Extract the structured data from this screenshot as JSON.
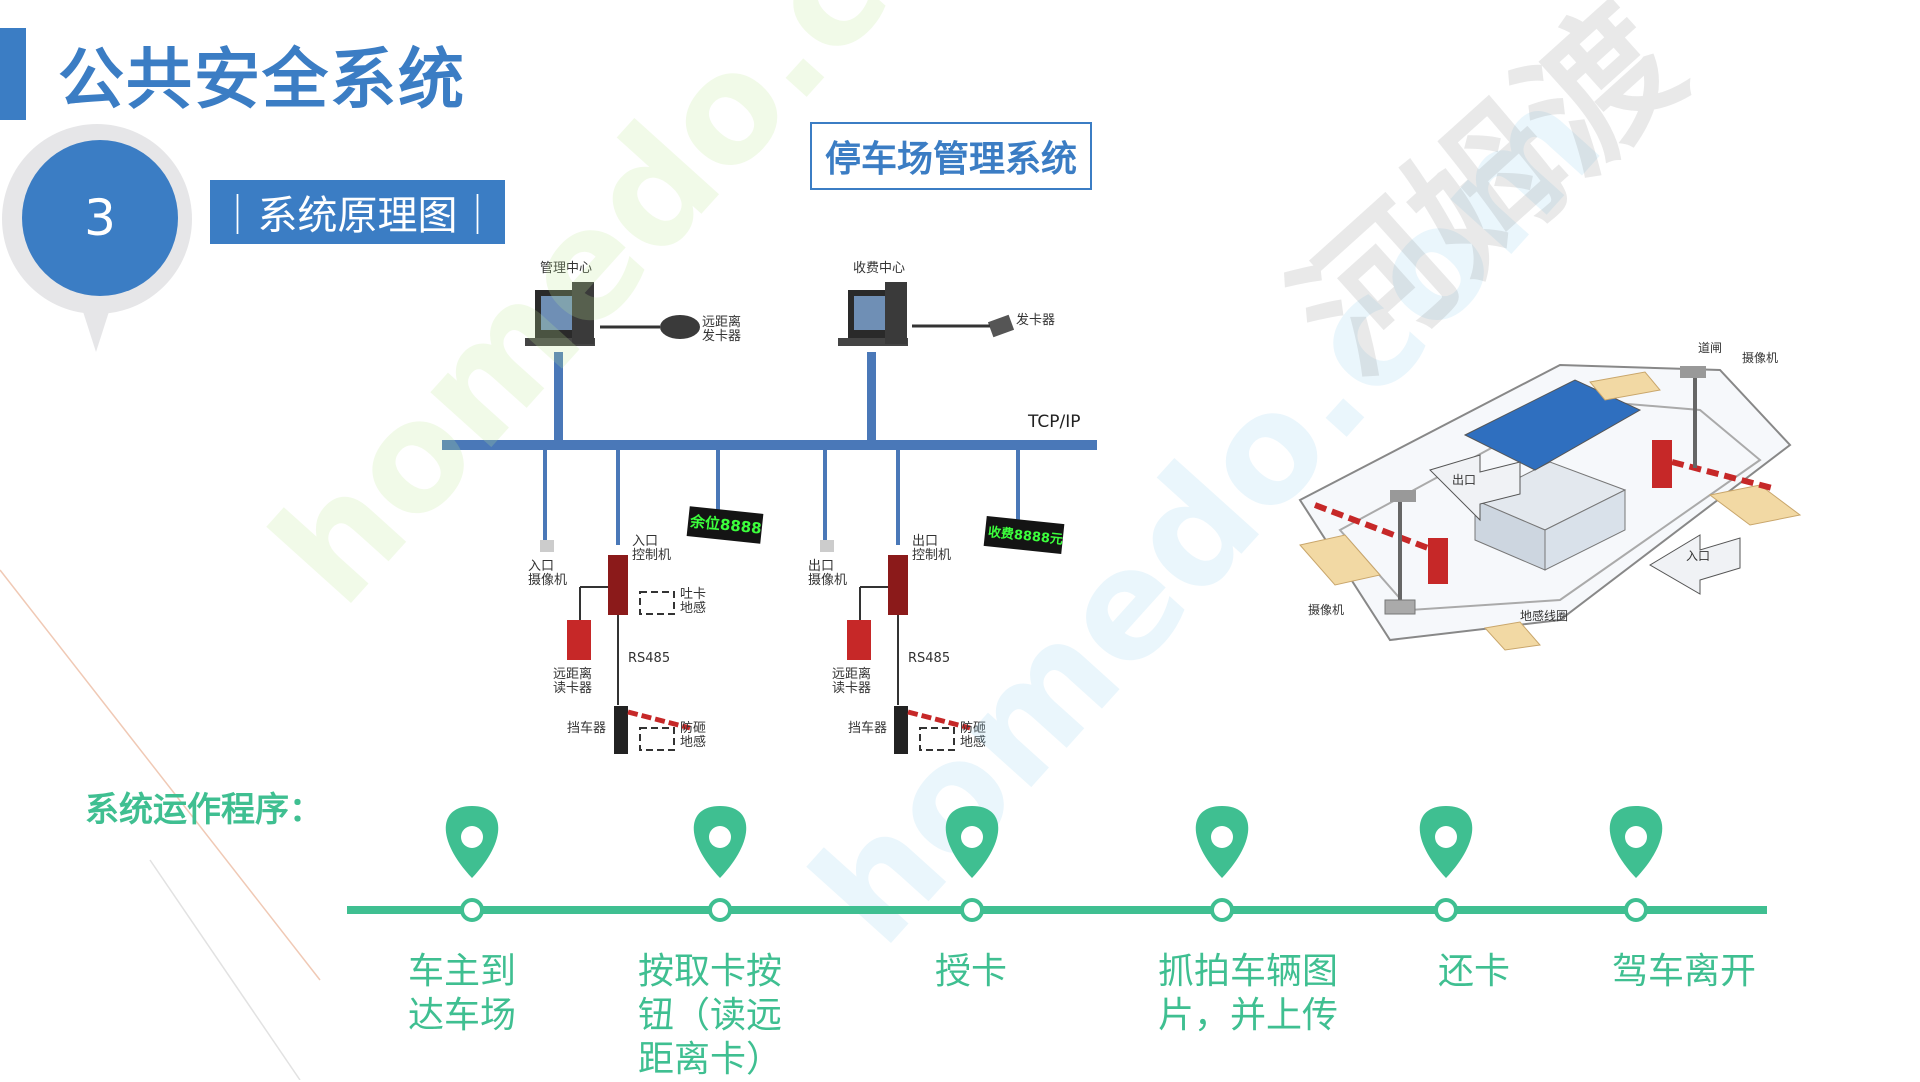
{
  "header": {
    "title": "公共安全系统"
  },
  "section": {
    "number": "3",
    "tag": "｜系统原理图｜"
  },
  "diagram": {
    "title": "停车场管理系统",
    "network_label": "TCP/IP",
    "nodes": {
      "management_center": "管理中心",
      "remote_card_issuer": [
        "远距离",
        "发卡器"
      ],
      "fee_center": "收费中心",
      "card_issuer": "发卡器",
      "entry_camera": [
        "入口",
        "摄像机"
      ],
      "entry_controller": [
        "入口",
        "控制机"
      ],
      "card_loop": [
        "吐卡",
        "地感"
      ],
      "remote_reader_left": [
        "远距离",
        "读卡器"
      ],
      "rs485_left": "RS485",
      "barrier_left": "挡车器",
      "anti_smash_left": [
        "防砸",
        "地感"
      ],
      "vacancy_display": "余位8888",
      "exit_camera": [
        "出口",
        "摄像机"
      ],
      "exit_controller": [
        "出口",
        "控制机"
      ],
      "remote_reader_right": [
        "远距离",
        "读卡器"
      ],
      "rs485_right": "RS485",
      "barrier_right": "挡车器",
      "anti_smash_right": [
        "防砸",
        "地感"
      ],
      "fee_display": "收费8888元"
    },
    "scene_labels": {
      "gate": "道闸",
      "camera_top": "摄像机",
      "camera_left": "摄像机",
      "ground_loop": "地感线圈",
      "exit_arrow": "出口",
      "entry_arrow": "入口"
    }
  },
  "process": {
    "heading": "系统运作程序：",
    "steps": [
      {
        "lines": [
          "车主到",
          "达车场"
        ]
      },
      {
        "lines": [
          "按取卡按",
          "钮（读远",
          "距离卡）"
        ]
      },
      {
        "lines": [
          "授卡"
        ]
      },
      {
        "lines": [
          "抓拍车辆图",
          "片，并上传"
        ]
      },
      {
        "lines": [
          "还卡"
        ]
      },
      {
        "lines": [
          "驾车离开"
        ]
      }
    ]
  },
  "watermark": {
    "text_a": "homedo.com",
    "text_b": "河姆渡"
  },
  "colors": {
    "primary_blue": "#3b7dc4",
    "accent_green": "#3fbf91",
    "led_green": "#3cff3c"
  }
}
